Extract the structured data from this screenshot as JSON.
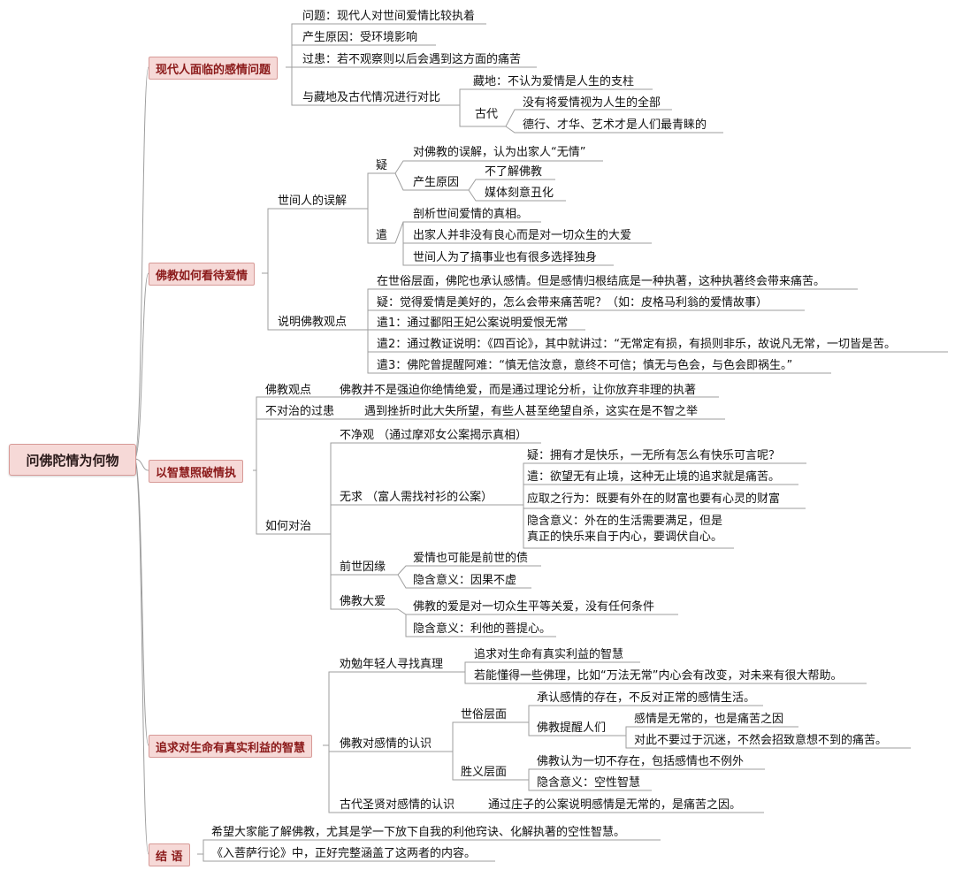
{
  "root": "问佛陀情为何物",
  "topics": [
    {
      "label": "现代人面临的感情问题",
      "children": [
        {
          "label": "问题：现代人对世间爱情比较执着"
        },
        {
          "label": "产生原因：受环境影响"
        },
        {
          "label": "过患：若不观察则以后会遇到这方面的痛苦"
        },
        {
          "label": "与藏地及古代情况进行对比",
          "children": [
            {
              "label": "藏地：不认为爱情是人生的支柱"
            },
            {
              "label": "古代",
              "children": [
                {
                  "label": "没有将爱情视为人生的全部"
                },
                {
                  "label": "德行、才华、艺术才是人们最青睐的"
                }
              ]
            }
          ]
        }
      ]
    },
    {
      "label": "佛教如何看待爱情",
      "children": [
        {
          "label": "世间人的误解",
          "children": [
            {
              "label": "疑",
              "children": [
                {
                  "label": "对佛教的误解，认为出家人“无情”"
                },
                {
                  "label": "产生原因",
                  "children": [
                    {
                      "label": "不了解佛教"
                    },
                    {
                      "label": "媒体刻意丑化"
                    }
                  ]
                }
              ]
            },
            {
              "label": "遣",
              "children": [
                {
                  "label": "剖析世间爱情的真相。"
                },
                {
                  "label": "出家人并非没有良心而是对一切众生的大爱"
                },
                {
                  "label": "世间人为了搞事业也有很多选择独身"
                }
              ]
            }
          ]
        },
        {
          "label": "说明佛教观点",
          "children": [
            {
              "label": "在世俗层面，佛陀也承认感情。但是感情归根结底是一种执著，这种执著终会带来痛苦。"
            },
            {
              "label": "疑：觉得爱情是美好的，怎么会带来痛苦呢？（如：皮格马利翁的爱情故事）"
            },
            {
              "label": "遣1：通过鄱阳王妃公案说明爱恨无常"
            },
            {
              "label": "遣2：通过教证说明：《四百论》，其中就讲过：“无常定有损，有损则非乐，故说凡无常，一切皆是苦。"
            },
            {
              "label": "遣3：佛陀曾提醒阿难：“慎无信汝意，意终不可信；慎无与色会，与色会即祸生。”"
            }
          ]
        }
      ]
    },
    {
      "label": "以智慧照破情执",
      "children": [
        {
          "label": "佛教观点",
          "children": [
            {
              "label": "佛教并不是强迫你绝情绝爱，而是通过理论分析，让你放弃非理的执著"
            }
          ]
        },
        {
          "label": "不对治的过患",
          "children": [
            {
              "label": "遇到挫折时此大失所望，有些人甚至绝望自杀，这实在是不智之举"
            }
          ]
        },
        {
          "label": "如何对治",
          "children": [
            {
              "label": "不净观 （通过摩邓女公案揭示真相）"
            },
            {
              "label": "无求 （富人需找衬衫的公案）",
              "children": [
                {
                  "label": "疑：拥有才是快乐，一无所有怎么有快乐可言呢？"
                },
                {
                  "label": "遣：欲望无有止境，这种无止境的追求就是痛苦。"
                },
                {
                  "label": "应取之行为：既要有外在的财富也要有心灵的财富"
                },
                {
                  "label": "隐含意义：外在的生活需要满足，但是",
                  "label2": "真正的快乐来自于内心，要调伏自心。"
                }
              ]
            },
            {
              "label": "前世因缘",
              "children": [
                {
                  "label": "爱情也可能是前世的债"
                },
                {
                  "label": "隐含意义：因果不虚"
                }
              ]
            },
            {
              "label": "佛教大爱",
              "children": [
                {
                  "label": "佛教的爱是对一切众生平等关爱，没有任何条件"
                },
                {
                  "label": "隐含意义：利他的菩提心。"
                }
              ]
            }
          ]
        }
      ]
    },
    {
      "label": "追求对生命有真实利益的智慧",
      "children": [
        {
          "label": "劝勉年轻人寻找真理",
          "children": [
            {
              "label": "追求对生命有真实利益的智慧"
            },
            {
              "label": "若能懂得一些佛理，比如“万法无常”内心会有改变，对未来有很大帮助。"
            }
          ]
        },
        {
          "label": "佛教对感情的认识",
          "children": [
            {
              "label": "世俗层面",
              "children": [
                {
                  "label": "承认感情的存在，不反对正常的感情生活。"
                },
                {
                  "label": "佛教提醒人们",
                  "children": [
                    {
                      "label": "感情是无常的，也是痛苦之因"
                    },
                    {
                      "label": "对此不要过于沉迷，不然会招致意想不到的痛苦。"
                    }
                  ]
                }
              ]
            },
            {
              "label": "胜义层面",
              "children": [
                {
                  "label": "佛教认为一切不存在，包括感情也不例外"
                },
                {
                  "label": "隐含意义：空性智慧"
                }
              ]
            }
          ]
        },
        {
          "label": "古代圣贤对感情的认识",
          "children": [
            {
              "label": "通过庄子的公案说明感情是无常的，是痛苦之因。"
            }
          ]
        }
      ]
    },
    {
      "label": "结 语",
      "children": [
        {
          "label": "希望大家能了解佛教，尤其是学一下放下自我的利他窍诀、化解执著的空性智慧。"
        },
        {
          "label": "《入菩萨行论》中，正好完整涵盖了这两者的内容。"
        }
      ]
    }
  ],
  "colors": {
    "node_fill": "#f6d9d7",
    "node_border": "#d79a97",
    "topic_text": "#8b1a1a",
    "line": "#9e9e9e"
  }
}
